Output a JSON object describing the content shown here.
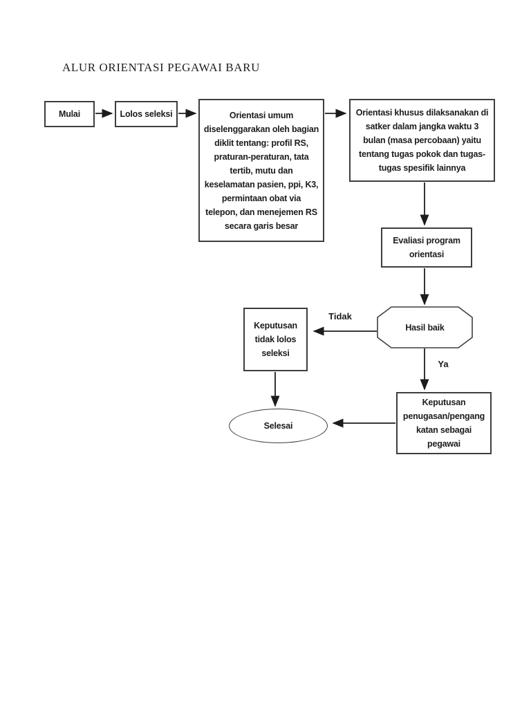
{
  "page": {
    "title": "ALUR ORIENTASI PEGAWAI BARU"
  },
  "flowchart": {
    "nodes": {
      "mulai": {
        "type": "process",
        "label": "Mulai"
      },
      "lolos_seleksi": {
        "type": "process",
        "label": "Lolos seleksi"
      },
      "orientasi_umum": {
        "type": "process",
        "label": "Orientasi umum\ndiselenggarakan oleh bagian\ndiklit tentang: profil RS,\npraturan-peraturan, tata\ntertib, mutu dan\nkeselamatan pasien, ppi, K3,\npermintaan obat via\ntelepon, dan menejemen RS\nsecara garis besar"
      },
      "orientasi_khusus": {
        "type": "process",
        "label": "Orientasi khusus dilaksanakan di\nsatker dalam jangka waktu 3\nbulan (masa percobaan) yaitu\ntentang tugas pokok dan tugas-\ntugas spesifik lainnya"
      },
      "evaluasi": {
        "type": "process",
        "label": "Evaliasi program\norientasi"
      },
      "hasil_baik": {
        "type": "decision",
        "label": "Hasil baik"
      },
      "keputusan_tidak_lolos": {
        "type": "process",
        "label": "Keputusan\ntidak lolos\nseleksi"
      },
      "keputusan_penugasan": {
        "type": "process",
        "label": "Keputusan\npenugasan/pengang\nkatan sebagai\npegawai"
      },
      "selesai": {
        "type": "terminator",
        "label": "Selesai"
      }
    },
    "edge_labels": {
      "tidak": "Tidak",
      "ya": "Ya"
    }
  },
  "colors": {
    "background": "#ffffff",
    "border": "#3d3d3d",
    "text": "#1c1c1c",
    "arrow": "#1c1c1c"
  }
}
